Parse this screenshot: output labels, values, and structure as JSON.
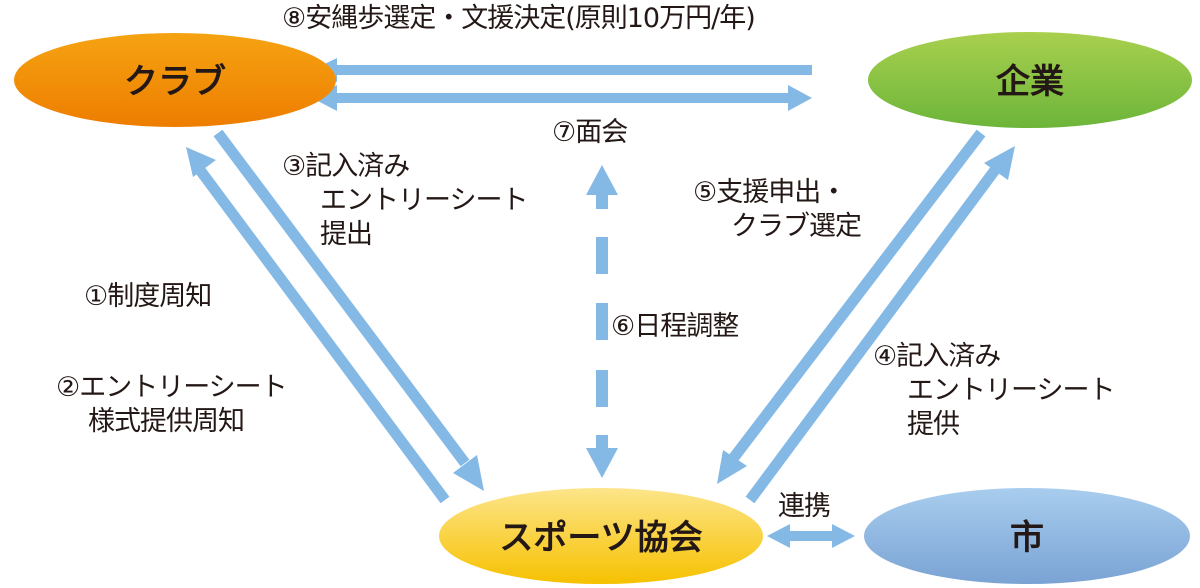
{
  "nodes": {
    "club": {
      "label": "クラブ",
      "color_top": "#f5a312",
      "color_bottom": "#ee7d00"
    },
    "company": {
      "label": "企業",
      "color_top": "#a9d04e",
      "color_bottom": "#6cb53a"
    },
    "association": {
      "label": "スポーツ協会",
      "color_top": "#fde58a",
      "color_bottom": "#f6c100"
    },
    "city": {
      "label": "市",
      "color_top": "#a8cdee",
      "color_bottom": "#7aa3d4"
    }
  },
  "arrow_color": "#84b9e6",
  "labels": {
    "step8": "⑧安縄歩選定・文援決定(原則10万円/年)",
    "step7": "⑦面会",
    "step3": [
      "③記入済み",
      "エントリーシート",
      "提出"
    ],
    "step5": [
      "⑤支援申出・",
      "クラブ選定"
    ],
    "step1": "①制度周知",
    "step6": "⑥日程調整",
    "step2": [
      "②エントリーシート",
      "様式提供周知"
    ],
    "step4": [
      "④記入済み",
      "エントリーシート",
      "提供"
    ],
    "link": "連携"
  }
}
